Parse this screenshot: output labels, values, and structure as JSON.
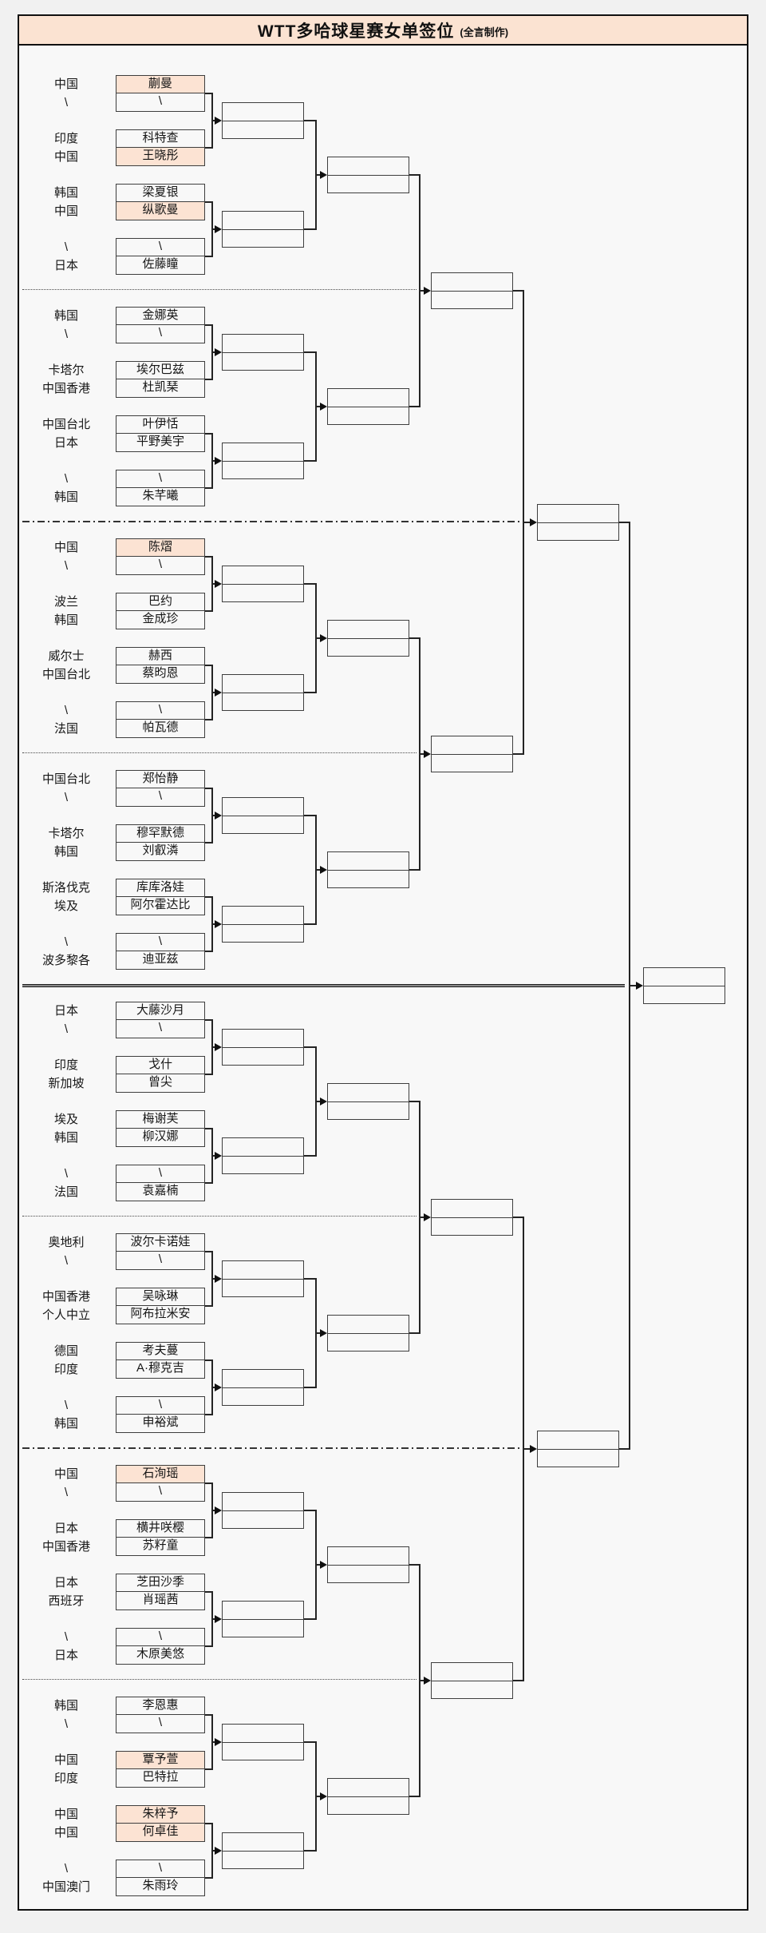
{
  "title": {
    "main": "WTT多哈球星赛女单签位",
    "credit": "(全言制作)"
  },
  "colors": {
    "highlight": "#fce3d3",
    "title_bg": "#fbe3d2"
  },
  "bracket": {
    "sections": [
      {
        "players": [
          {
            "country": "中国",
            "name": "蒯曼",
            "highlight": true
          },
          {
            "country": "\\",
            "name": "\\"
          },
          {
            "country": "印度",
            "name": "科特查"
          },
          {
            "country": "中国",
            "name": "王晓彤",
            "highlight": true
          },
          {
            "country": "韩国",
            "name": "梁夏银"
          },
          {
            "country": "中国",
            "name": "纵歌曼",
            "highlight": true
          },
          {
            "country": "\\",
            "name": "\\"
          },
          {
            "country": "日本",
            "name": "佐藤瞳"
          }
        ]
      },
      {
        "players": [
          {
            "country": "韩国",
            "name": "金娜英"
          },
          {
            "country": "\\",
            "name": "\\"
          },
          {
            "country": "卡塔尔",
            "name": "埃尔巴兹"
          },
          {
            "country": "中国香港",
            "name": "杜凯琹"
          },
          {
            "country": "中国台北",
            "name": "叶伊恬"
          },
          {
            "country": "日本",
            "name": "平野美宇"
          },
          {
            "country": "\\",
            "name": "\\"
          },
          {
            "country": "韩国",
            "name": "朱芊曦"
          }
        ]
      },
      {
        "players": [
          {
            "country": "中国",
            "name": "陈熠",
            "highlight": true
          },
          {
            "country": "\\",
            "name": "\\"
          },
          {
            "country": "波兰",
            "name": "巴约"
          },
          {
            "country": "韩国",
            "name": "金成珍"
          },
          {
            "country": "威尔士",
            "name": "赫西"
          },
          {
            "country": "中国台北",
            "name": "蔡昀恩"
          },
          {
            "country": "\\",
            "name": "\\"
          },
          {
            "country": "法国",
            "name": "帕瓦德"
          }
        ]
      },
      {
        "players": [
          {
            "country": "中国台北",
            "name": "郑怡静"
          },
          {
            "country": "\\",
            "name": "\\"
          },
          {
            "country": "卡塔尔",
            "name": "穆罕默德"
          },
          {
            "country": "韩国",
            "name": "刘叡潾"
          },
          {
            "country": "斯洛伐克",
            "name": "库库洛娃"
          },
          {
            "country": "埃及",
            "name": "阿尔霍达比"
          },
          {
            "country": "\\",
            "name": "\\"
          },
          {
            "country": "波多黎各",
            "name": "迪亚兹"
          }
        ]
      },
      {
        "players": [
          {
            "country": "日本",
            "name": "大藤沙月"
          },
          {
            "country": "\\",
            "name": "\\"
          },
          {
            "country": "印度",
            "name": "戈什"
          },
          {
            "country": "新加坡",
            "name": "曾尖"
          },
          {
            "country": "埃及",
            "name": "梅谢芙"
          },
          {
            "country": "韩国",
            "name": "柳汉娜"
          },
          {
            "country": "\\",
            "name": "\\"
          },
          {
            "country": "法国",
            "name": "袁嘉楠"
          }
        ]
      },
      {
        "players": [
          {
            "country": "奥地利",
            "name": "波尔卡诺娃"
          },
          {
            "country": "\\",
            "name": "\\"
          },
          {
            "country": "中国香港",
            "name": "吴咏琳"
          },
          {
            "country": "个人中立",
            "name": "阿布拉米安"
          },
          {
            "country": "德国",
            "name": "考夫蔓"
          },
          {
            "country": "印度",
            "name": "A·穆克吉"
          },
          {
            "country": "\\",
            "name": "\\"
          },
          {
            "country": "韩国",
            "name": "申裕斌"
          }
        ]
      },
      {
        "players": [
          {
            "country": "中国",
            "name": "石洵瑶",
            "highlight": true
          },
          {
            "country": "\\",
            "name": "\\"
          },
          {
            "country": "日本",
            "name": "横井咲樱"
          },
          {
            "country": "中国香港",
            "name": "苏籽童"
          },
          {
            "country": "日本",
            "name": "芝田沙季"
          },
          {
            "country": "西班牙",
            "name": "肖瑶茜"
          },
          {
            "country": "\\",
            "name": "\\"
          },
          {
            "country": "日本",
            "name": "木原美悠"
          }
        ]
      },
      {
        "players": [
          {
            "country": "韩国",
            "name": "李恩惠"
          },
          {
            "country": "\\",
            "name": "\\"
          },
          {
            "country": "中国",
            "name": "覃予萱",
            "highlight": true
          },
          {
            "country": "印度",
            "name": "巴特拉"
          },
          {
            "country": "中国",
            "name": "朱梓予",
            "highlight": true
          },
          {
            "country": "中国",
            "name": "何卓佳",
            "highlight": true
          },
          {
            "country": "\\",
            "name": "\\"
          },
          {
            "country": "中国澳门",
            "name": "朱雨玲"
          }
        ]
      }
    ]
  }
}
